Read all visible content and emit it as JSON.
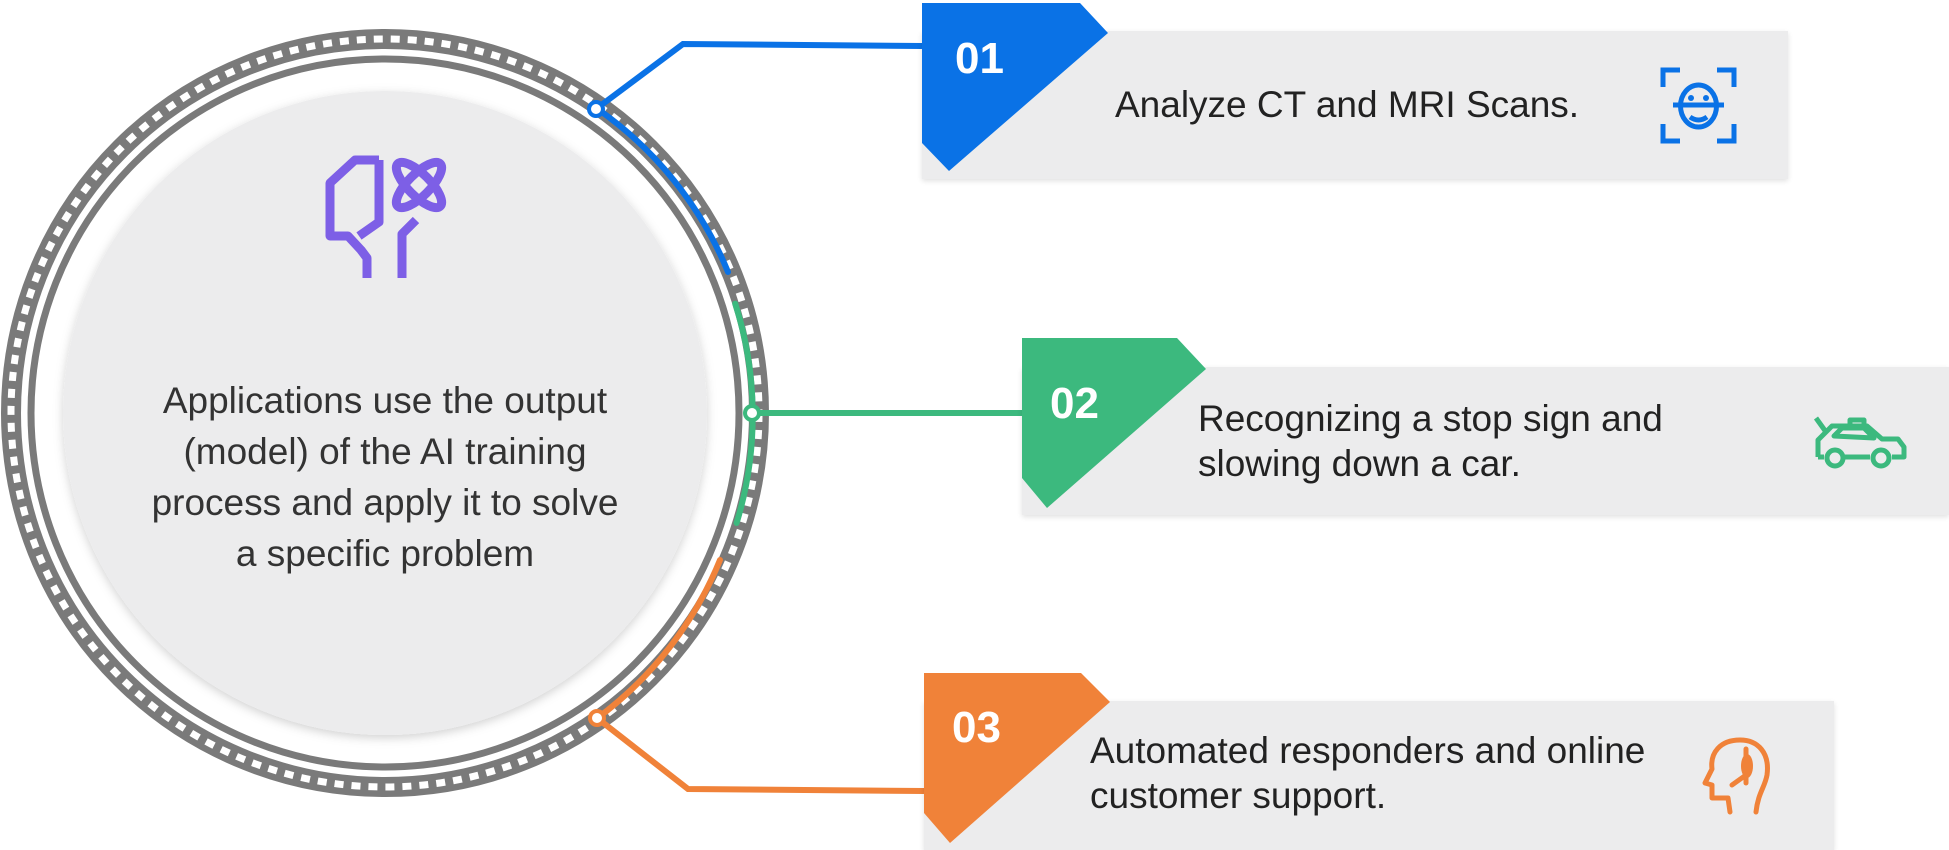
{
  "center": {
    "description": "Applications use the output (model) of the AI training process and apply it to solve a specific problem",
    "icon": "ai-brain-atom-icon"
  },
  "items": [
    {
      "number": "01",
      "text": "Analyze CT and MRI Scans.",
      "icon": "face-scan-icon",
      "color": "#0a72e6"
    },
    {
      "number": "02",
      "text": "Recognizing a stop sign and slowing down a car.",
      "icon": "taxi-car-icon",
      "color": "#3cb97e"
    },
    {
      "number": "03",
      "text": "Automated responders and online customer support.",
      "icon": "headset-agent-icon",
      "color": "#f08239"
    }
  ],
  "colors": {
    "ring": "#787878",
    "inner_circle": "#ececed",
    "brain_icon": "#7d5fe6"
  }
}
